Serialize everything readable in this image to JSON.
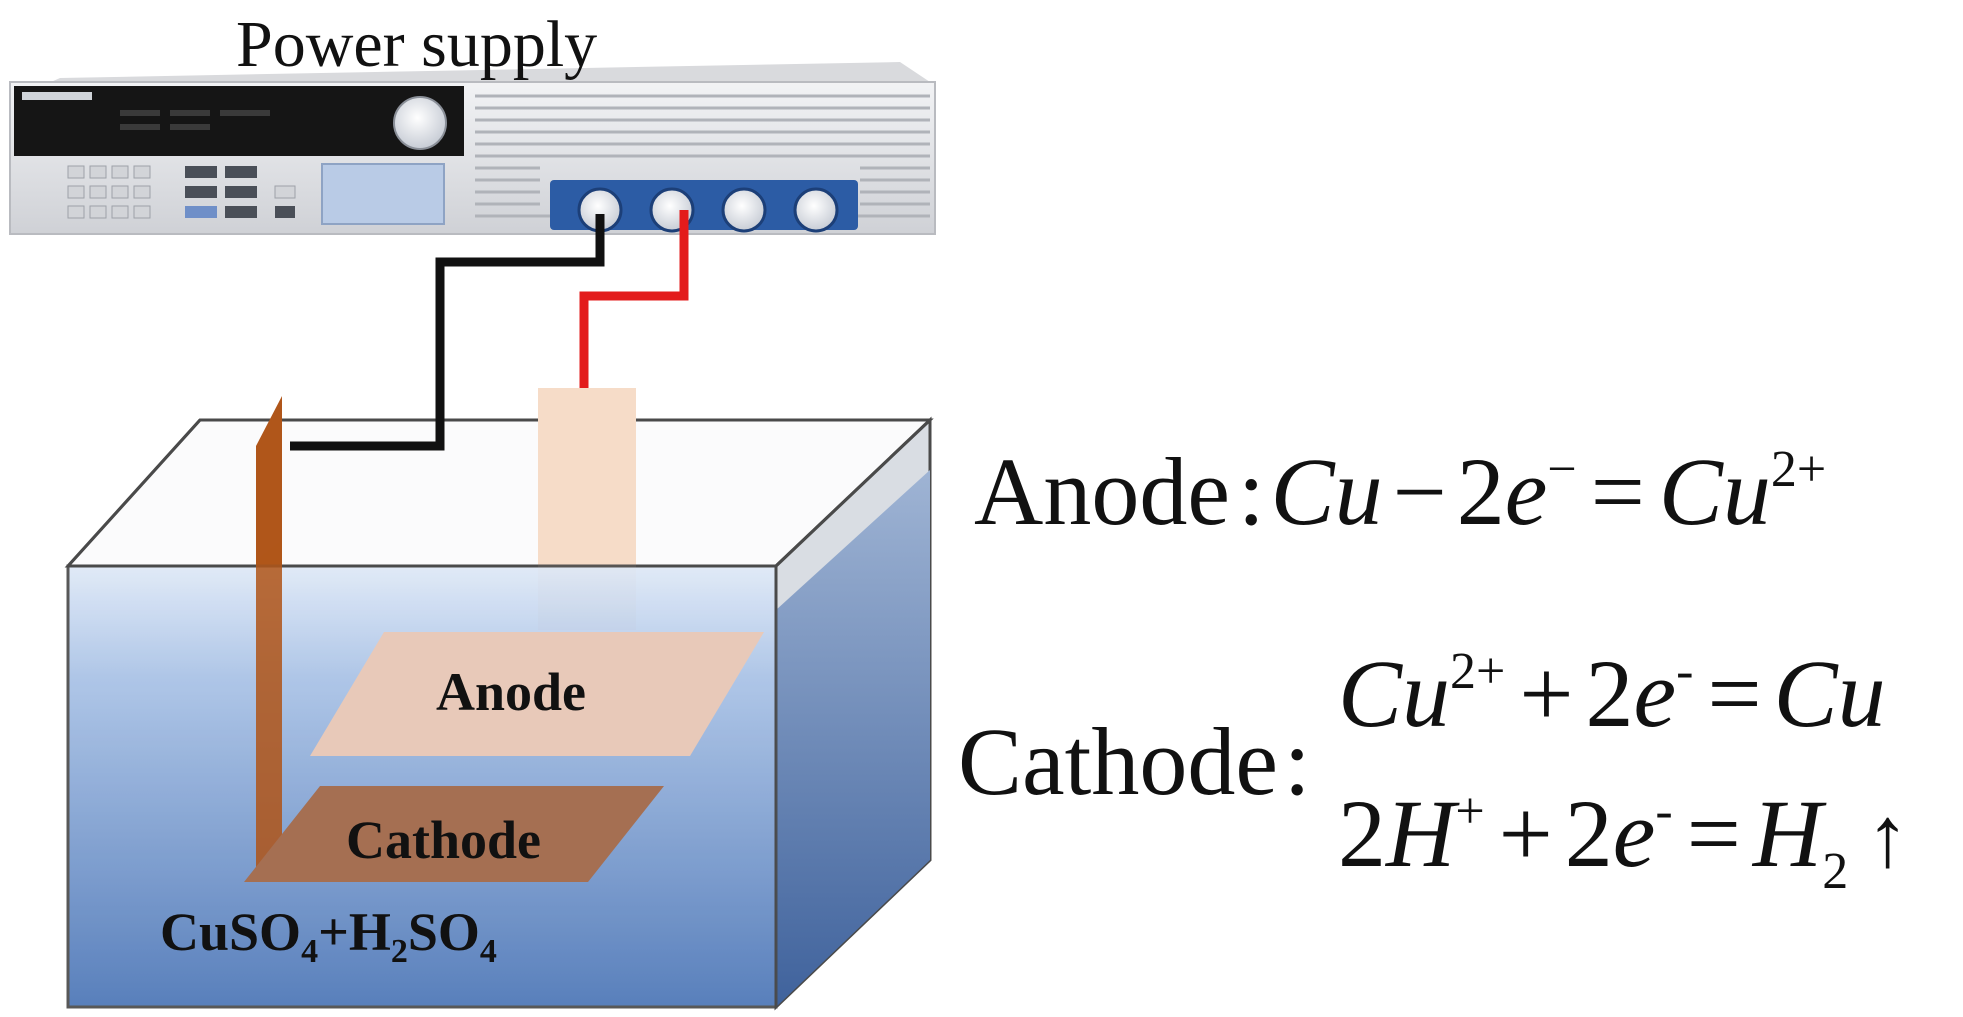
{
  "power_supply": {
    "label": "Power supply"
  },
  "cell": {
    "anode_label": "Anode",
    "cathode_label": "Cathode",
    "electrolyte": {
      "a": "CuSO",
      "a_sub": "4",
      "plus": "+",
      "b": "H",
      "b_sub": "2",
      "c": "SO",
      "c_sub": "4"
    }
  },
  "equations": {
    "anode": {
      "label": "Anode",
      "colon": ":",
      "lhs": "Cu",
      "minus": "−",
      "coef": "2",
      "e": "e",
      "e_sup": "−",
      "eq": "=",
      "rhs": "Cu",
      "rhs_sup": "2+"
    },
    "cathode": {
      "label": "Cathode",
      "colon": ":",
      "eq1": {
        "lhs": "Cu",
        "lhs_sup": "2+",
        "plus": "+",
        "coef": "2",
        "e": "e",
        "e_sup": "-",
        "eq": "=",
        "rhs": "Cu"
      },
      "eq2": {
        "coef1": "2",
        "h": "H",
        "h_sup": "+",
        "plus": "+",
        "coef2": "2",
        "e": "e",
        "e_sup": "-",
        "eq": "=",
        "rhs": "H",
        "rhs_sub": "2",
        "arrow": "↑"
      }
    }
  },
  "colors": {
    "wire_negative": "#111111",
    "wire_positive": "#e31b1b",
    "electrolyte_top": "#c9d8ef",
    "electrolyte_bottom": "#4f78b8",
    "copper_rod": "#b0561a",
    "anode_block": "#f6dcc8",
    "anode_plate": "#e8c9b9",
    "cathode_plate": "#a56f52",
    "device_body": "#e4e5e8",
    "device_display": "#151515",
    "knob_ring": "#2c5ca5"
  }
}
